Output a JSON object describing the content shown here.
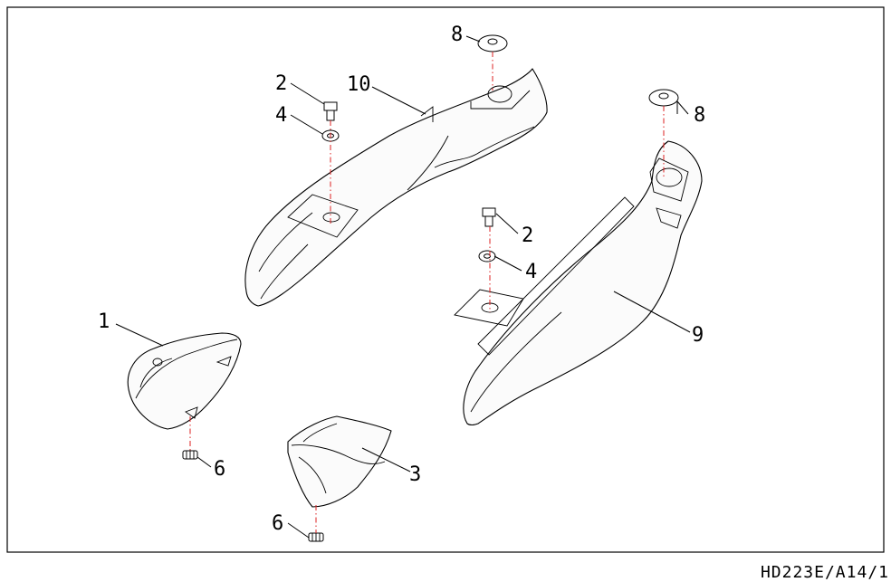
{
  "diagram": {
    "drawing_code": "HD223E/A14/1",
    "callouts": {
      "c1": "1",
      "c2a": "2",
      "c2b": "2",
      "c3": "3",
      "c4a": "4",
      "c4b": "4",
      "c6a": "6",
      "c6b": "6",
      "c8a": "8",
      "c8b": "8",
      "c9": "9",
      "c10": "10"
    },
    "colors": {
      "line": "#000000",
      "centerline": "#dd2222",
      "background": "#ffffff"
    }
  }
}
